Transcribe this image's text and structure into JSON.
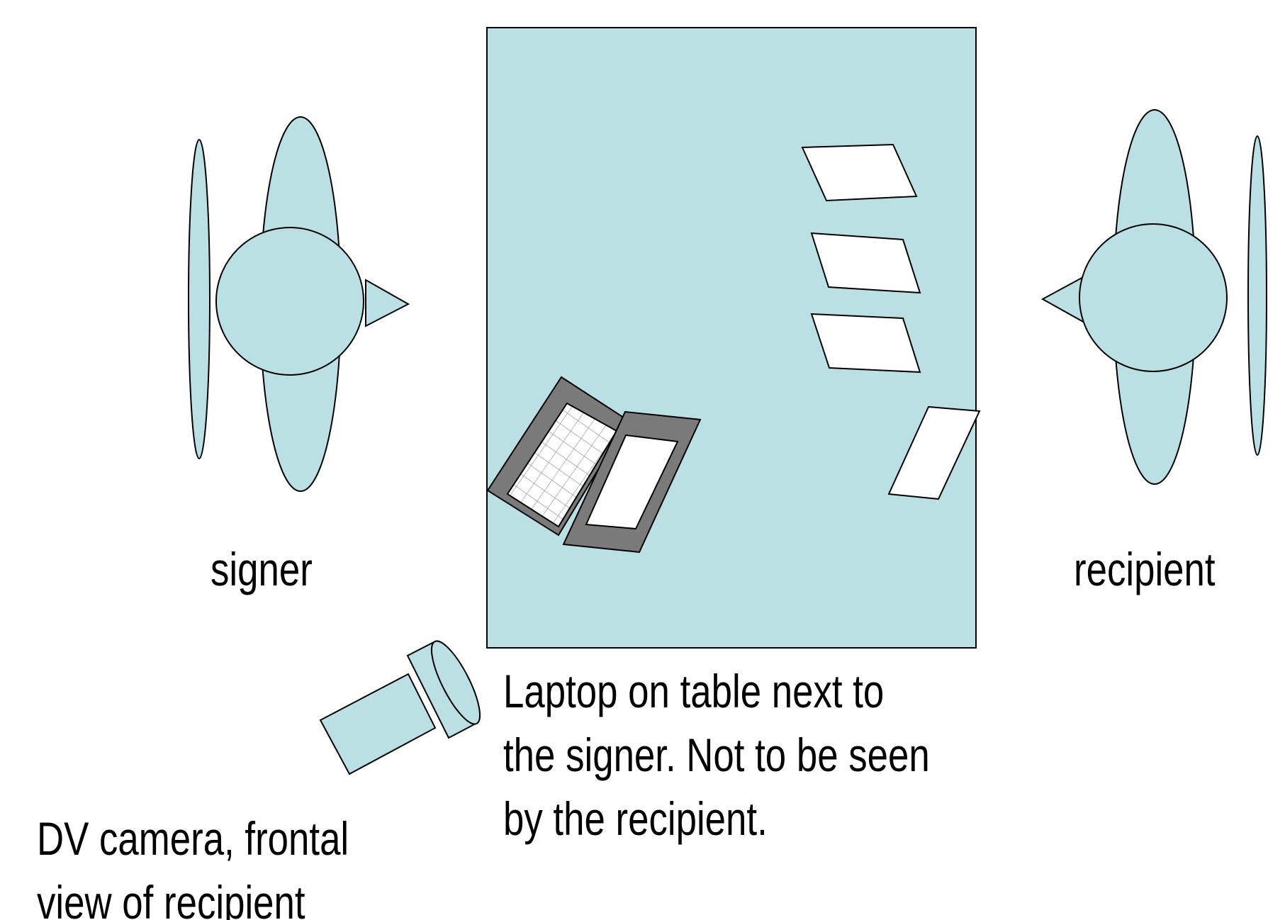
{
  "labels": {
    "signer": "signer",
    "recipient": "recipient",
    "laptop": [
      "Laptop on table next to",
      "the signer. Not to be seen",
      "by the recipient."
    ],
    "camera": [
      "DV camera, frontal",
      "view of recipient"
    ]
  },
  "colors": {
    "fill": "#bbe0e3",
    "stroke": "#000000",
    "laptop_frame": "#7a7a7a",
    "paper": "#ffffff"
  }
}
